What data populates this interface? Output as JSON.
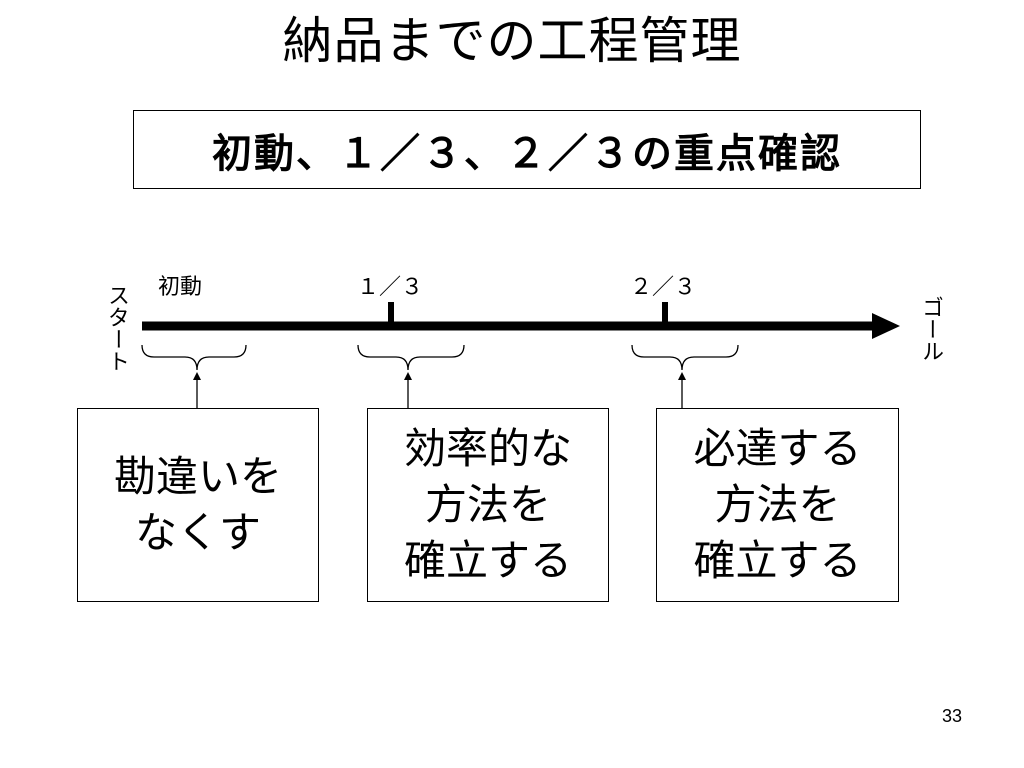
{
  "slide": {
    "title": "納品までの工程管理",
    "subtitle": "初動、１／３、２／３の重点確認",
    "page_number": "33"
  },
  "timeline": {
    "start_label": "スタート",
    "goal_label": "ゴール",
    "milestones": [
      {
        "label": "初動"
      },
      {
        "label": "１／３"
      },
      {
        "label": "２／３"
      }
    ]
  },
  "boxes": [
    {
      "lines": [
        "勘違いを",
        "なくす"
      ]
    },
    {
      "lines": [
        "効率的な",
        "方法を",
        "確立する"
      ]
    },
    {
      "lines": [
        "必達する",
        "方法を",
        "確立する"
      ]
    }
  ]
}
